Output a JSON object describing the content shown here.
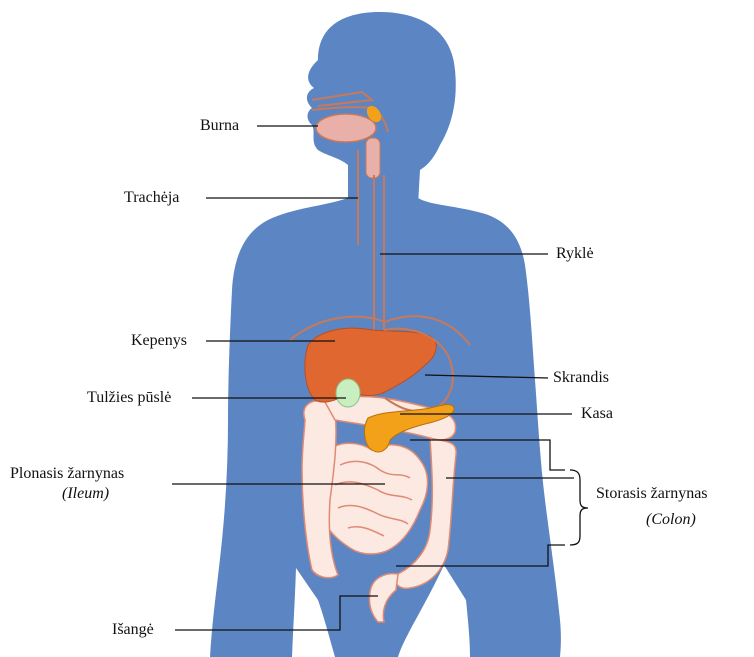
{
  "diagram": {
    "colors": {
      "body": "#5b86c3",
      "liver": "#e0672f",
      "gallbladder": "#c9eec0",
      "pancreas": "#f4a11a",
      "intestine": "#fbe9e2",
      "intestine_outline": "#e08a73",
      "tract": "#c8795a",
      "mouth": "#e8b0a8",
      "leader_line": "#111111"
    },
    "labels": {
      "burna": "Burna",
      "tracheja": "Trachėja",
      "rykle": "Ryklė",
      "kepenys": "Kepenys",
      "skrandis": "Skrandis",
      "tulzies_pusle": "Tulžies pūslė",
      "kasa": "Kasa",
      "plonasis": "Plonasis žarnynas",
      "ileum": "(Ileum)",
      "storasis": "Storasis žarnynas",
      "colon": "(Colon)",
      "isange": "Išangė"
    }
  }
}
